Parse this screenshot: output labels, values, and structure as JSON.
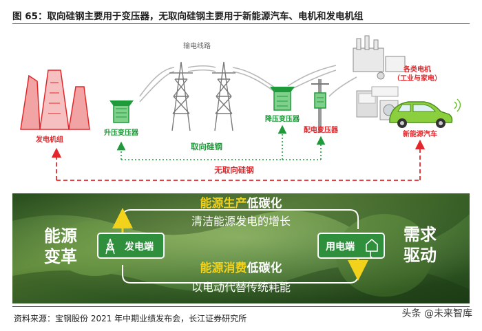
{
  "figure": {
    "title": "图 65：取向硅钢主要用于变压器，无取向硅钢主要用于新能源汽车、电机和发电机组",
    "source": "资料来源：宝钢股份 2021 年中期业绩发布会，长江证券研究所",
    "watermark": "头条 @未来智库"
  },
  "diagram": {
    "transmission_line": "输电线路",
    "nodes": {
      "power_plant": "发电机组",
      "step_up": "升压变压器",
      "step_down": "降压变压器",
      "distribution": "配电变压器",
      "motors": "各类电机\n（工业与家电）",
      "ev": "新能源汽车"
    },
    "flows": {
      "oriented": "取向硅钢",
      "non_oriented": "无取向硅钢"
    },
    "colors": {
      "red": "#e3262a",
      "green": "#1e9a3a",
      "arrow_yellow": "#f2d21a"
    }
  },
  "panel": {
    "left_label": "能源\n变革",
    "right_label": "需求\n驱动",
    "top_line_em": "能源生产",
    "top_line_rest": "低碳化",
    "top_sub": "清洁能源发电的增长",
    "bottom_line_em": "能源消费",
    "bottom_line_rest": "低碳化",
    "bottom_sub": "以电动代替传统耗能",
    "gen_box": "发电端",
    "use_box": "用电端"
  }
}
